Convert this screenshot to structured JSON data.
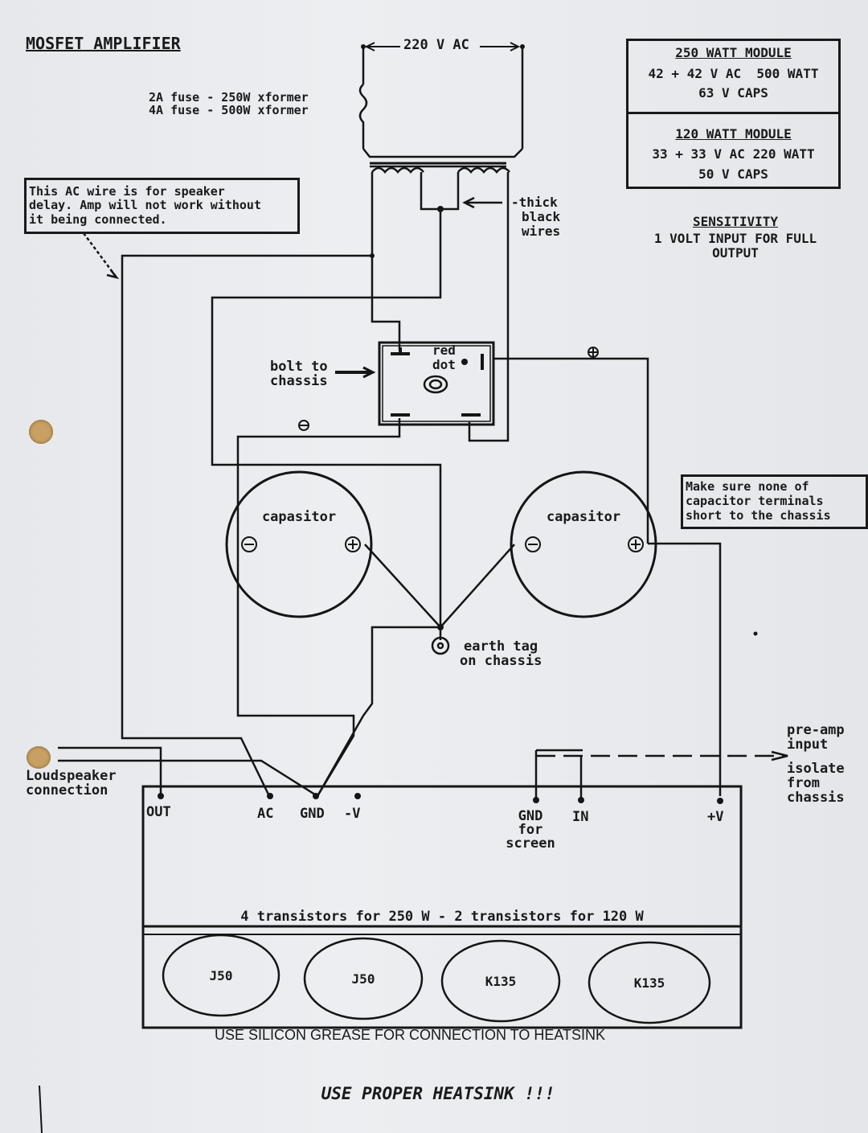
{
  "title": "MOSFET AMPLIFIER",
  "ac_input": "220 V AC",
  "fuse_notes": [
    "2A fuse - 250W xformer",
    "4A fuse - 500W xformer"
  ],
  "ac_wire_note": [
    "This AC wire is for speaker",
    "delay. Amp will not work without",
    "it being connected."
  ],
  "thick_wires_label": [
    "-thick",
    "black",
    "wires"
  ],
  "modules": [
    {
      "title": "250 WATT MODULE",
      "line1": "42 + 42 V AC  500 WATT",
      "line2": "63 V CAPS"
    },
    {
      "title": "120 WATT MODULE",
      "line1": "33 + 33 V AC 220 WATT",
      "line2": "50 V CAPS"
    }
  ],
  "sensitivity": {
    "title": "SENSITIVITY",
    "line1": "1 VOLT INPUT FOR FULL",
    "line2": "OUTPUT"
  },
  "bolt_label": [
    "bolt to",
    "chassis"
  ],
  "red_dot_label": [
    "red",
    "dot"
  ],
  "capacitors": [
    "capasitor",
    "capasitor"
  ],
  "chassis_note": [
    "Make sure none of",
    "capacitor terminals",
    "short to the chassis"
  ],
  "earth_tag": [
    "earth tag",
    "on chassis"
  ],
  "loudspeaker_label": [
    "Loudspeaker",
    "connection"
  ],
  "preamp_label": [
    "pre-amp",
    "input"
  ],
  "isolate_label": [
    "isolate",
    "from",
    "chassis"
  ],
  "terminals": {
    "out": "OUT",
    "ac": "AC",
    "gnd": "GND",
    "negv": "-V",
    "gnd_screen": [
      "GND",
      "for",
      "screen"
    ],
    "in": "IN",
    "posv": "+V"
  },
  "transistor_note": "4 transistors for 250 W - 2 transistors for 120 W",
  "transistors": [
    "J50",
    "J50",
    "K135",
    "K135"
  ],
  "grease_note": "USE SILICON GREASE FOR CONNECTION TO HEATSINK",
  "heatsink_note": "USE PROPER HEATSINK !!!"
}
